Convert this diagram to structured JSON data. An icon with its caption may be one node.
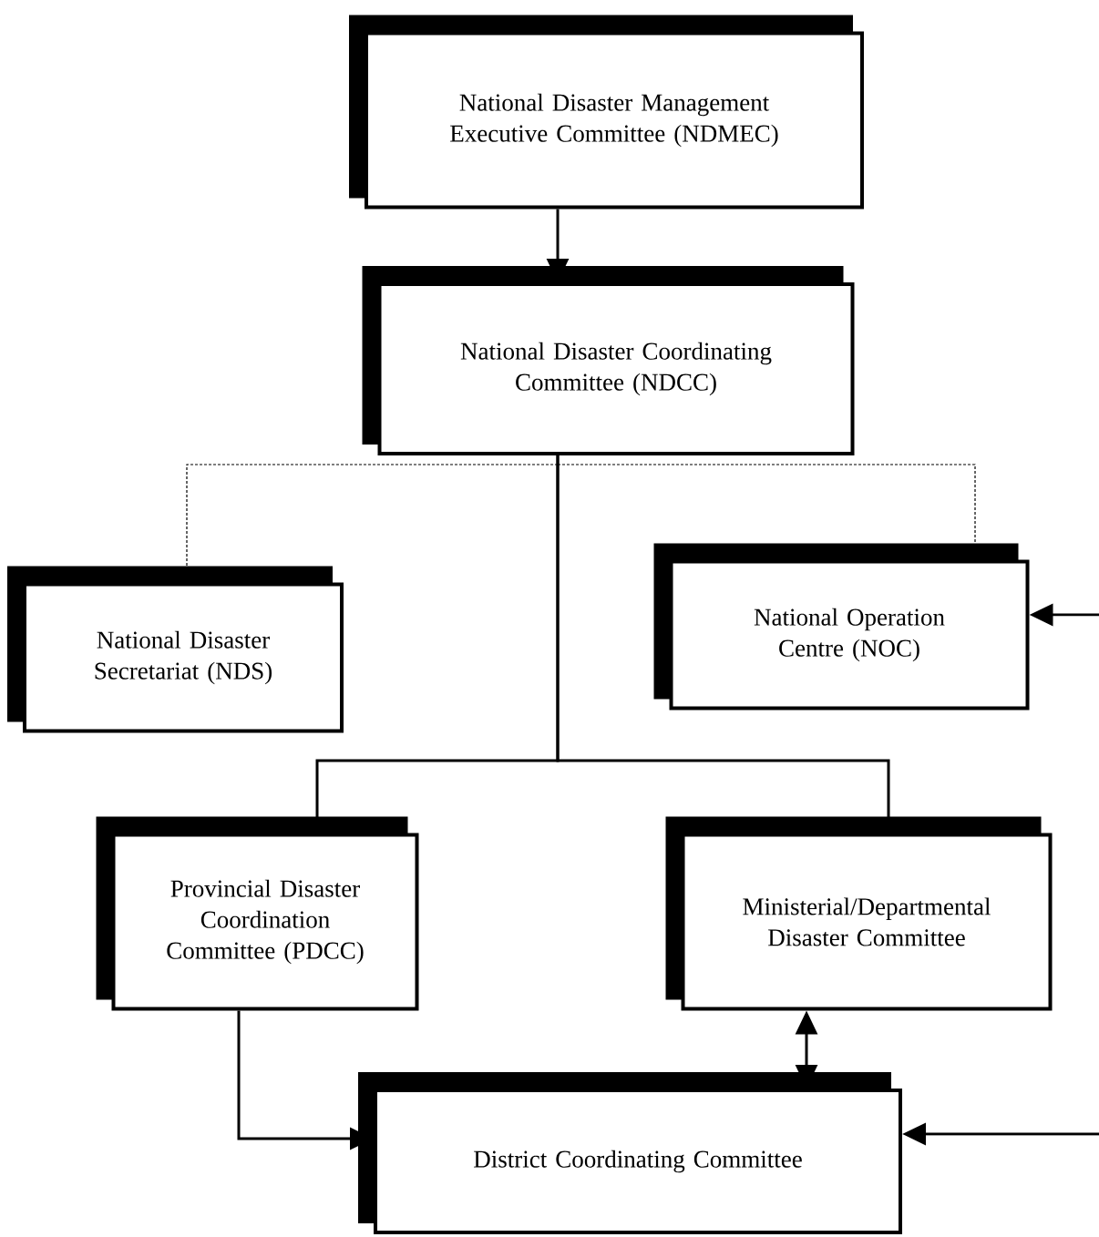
{
  "diagram": {
    "nodes": [
      {
        "text": [
          "National Disaster Management Executive Committee (NDMEC)"
        ]
      },
      {
        "text": [
          "National Disaster Coordinating Committee (NDCC)"
        ]
      },
      {
        "text": [
          "National Disaster Secretariat (NDS)"
        ]
      },
      {
        "text": [
          "National Operation Centre (NOC)"
        ]
      },
      {
        "text": [
          "Provincial Disaster Coordination Committee (PDCC)"
        ]
      },
      {
        "text": [
          "Ministerial/Departmental Disaster Committee"
        ]
      },
      {
        "text": [
          "District Coordinating Committee"
        ]
      }
    ],
    "edges": [
      {
        "from": 0,
        "to": 1,
        "arrow": "to"
      },
      {
        "from": 1,
        "to": 2,
        "arrow": "none",
        "style": "dashed"
      },
      {
        "from": 1,
        "to": 3,
        "arrow": "none",
        "style": "dashed"
      },
      {
        "from": 1,
        "to": 4,
        "arrow": "none"
      },
      {
        "from": 1,
        "to": 5,
        "arrow": "none"
      },
      {
        "from": 4,
        "to": 6,
        "arrow": "to"
      },
      {
        "from": 5,
        "to": 6,
        "arrow": "both"
      },
      {
        "from": null,
        "to": 3,
        "arrow": "to"
      },
      {
        "from": null,
        "to": 6,
        "arrow": "to"
      }
    ]
  }
}
